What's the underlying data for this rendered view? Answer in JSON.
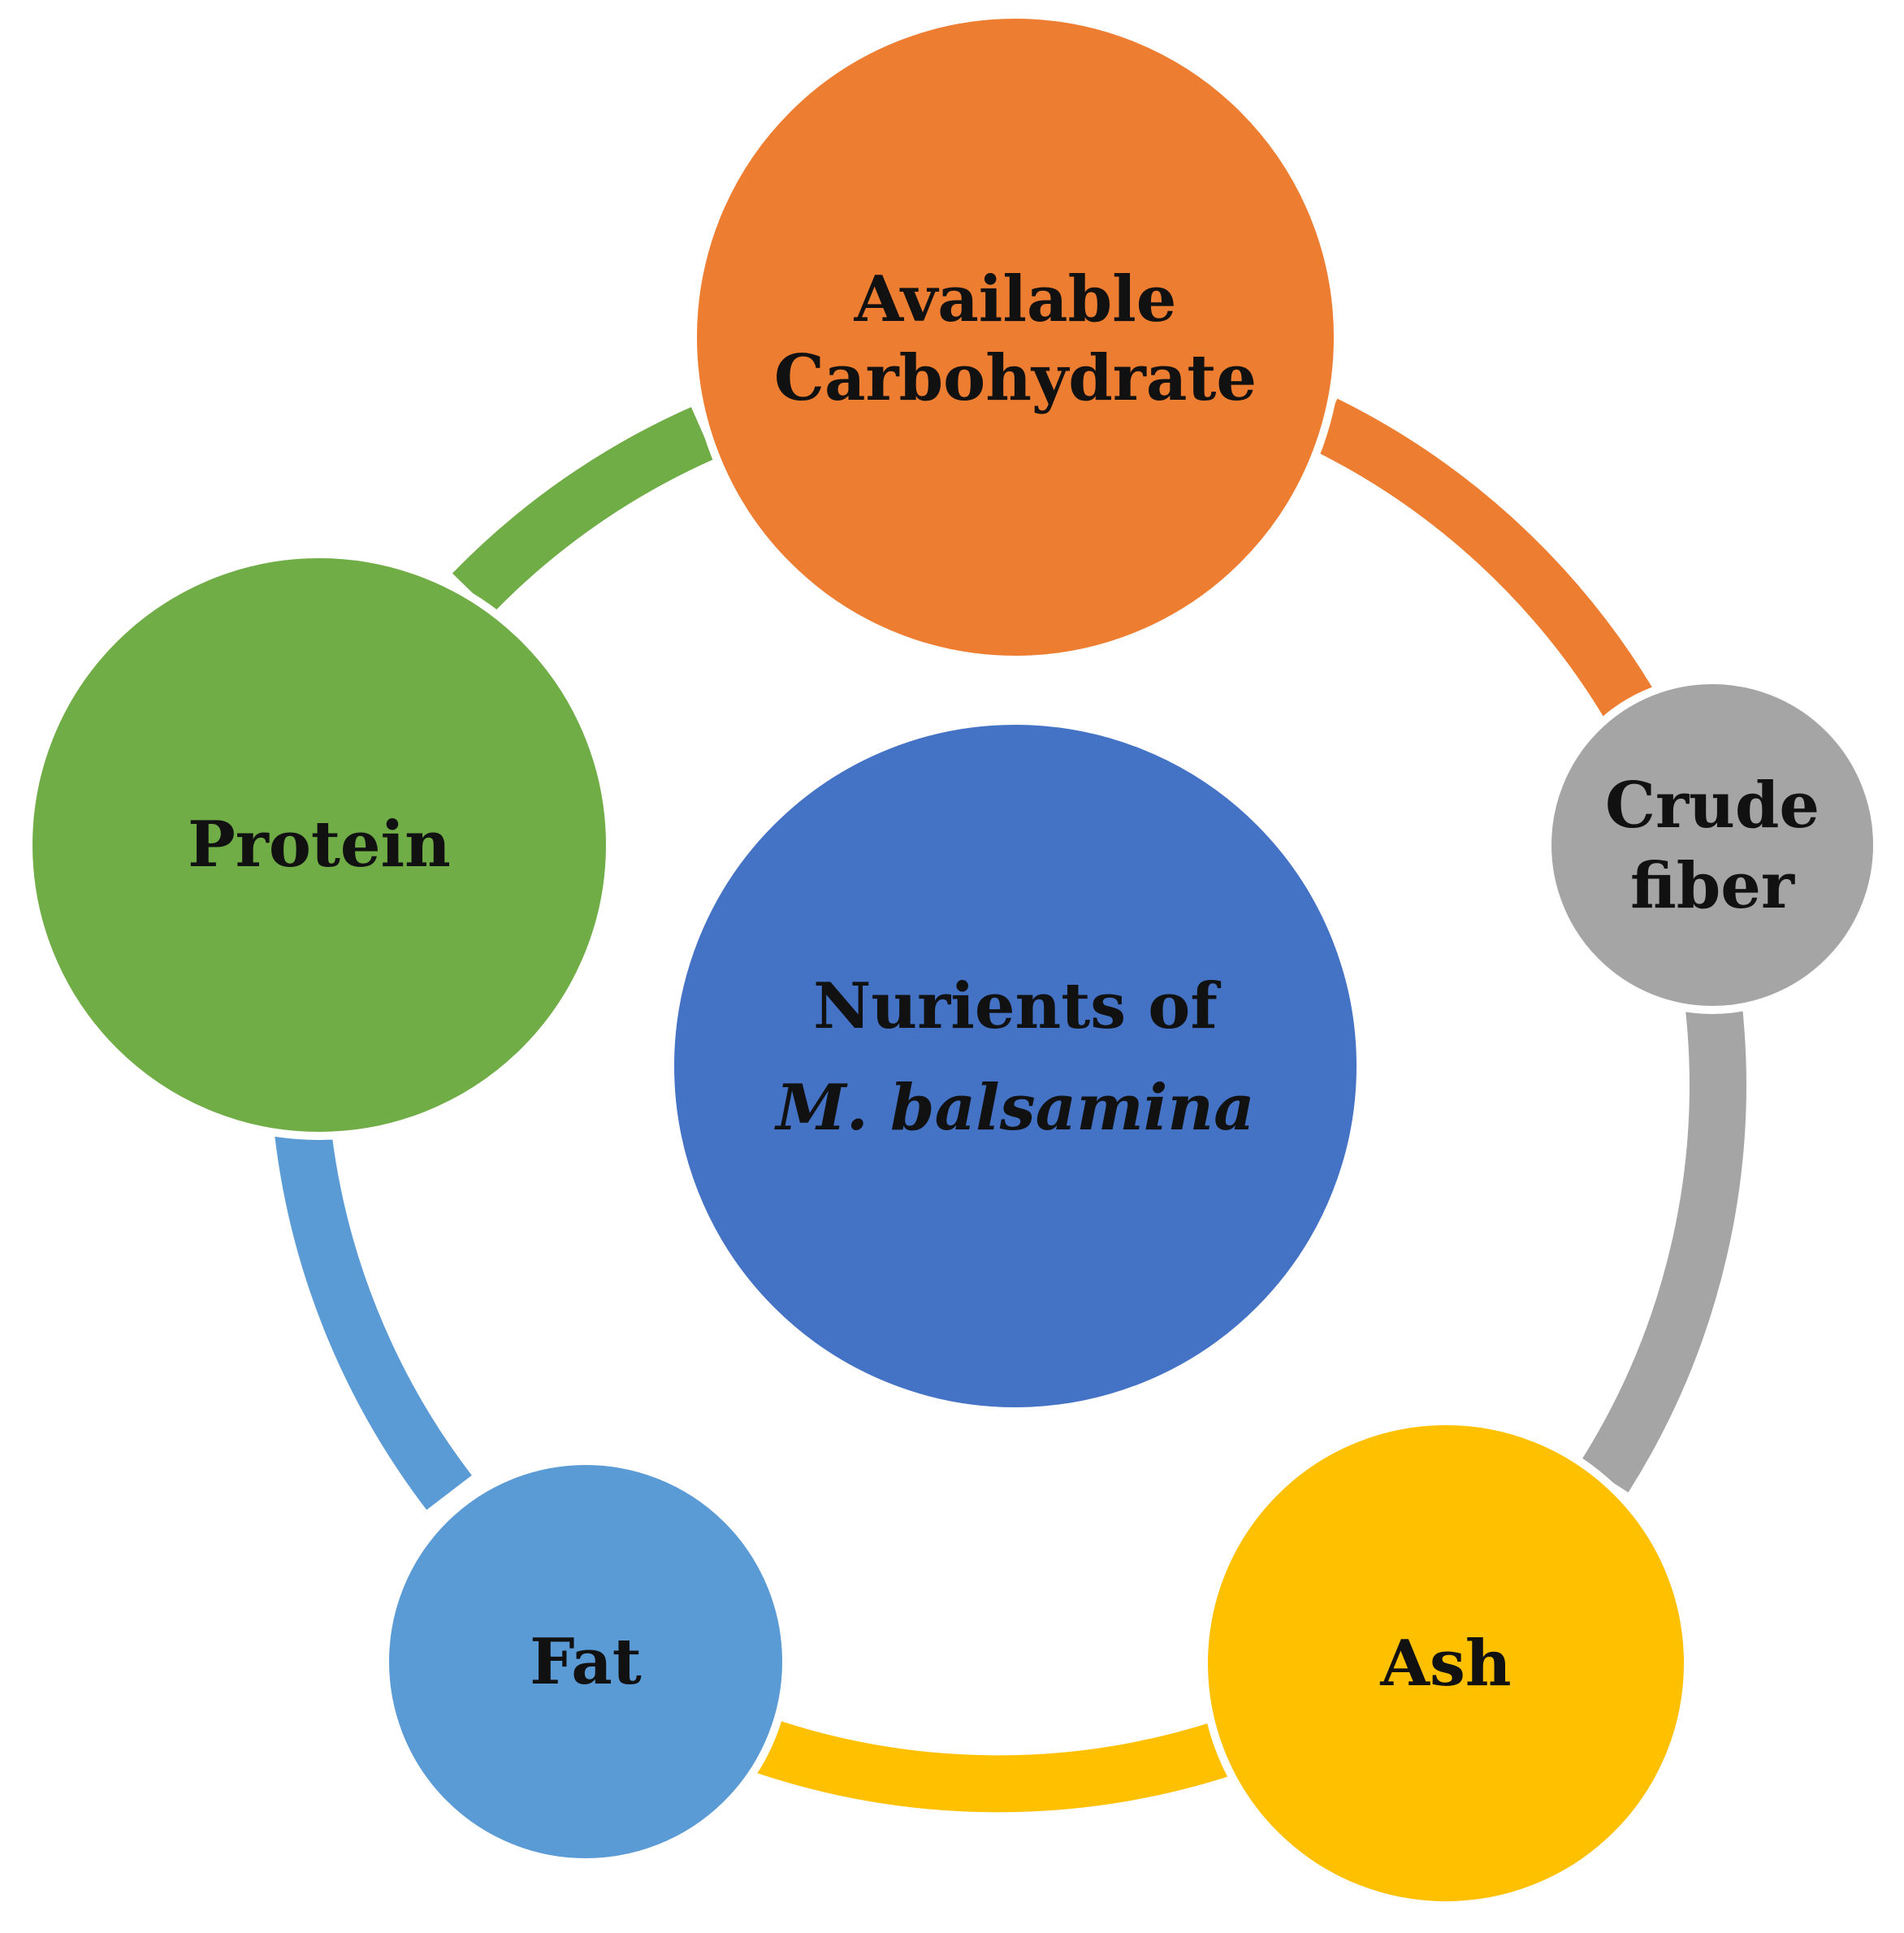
{
  "center": {
    "line1": "Nurients of",
    "line2": "M. balsamina",
    "color": "#4472c4"
  },
  "nodes": [
    {
      "id": "carbohydrate",
      "lines": [
        "Available",
        "Carbohydrate"
      ],
      "color": "#ed7d31"
    },
    {
      "id": "crude-fiber",
      "lines": [
        "Crude",
        "fiber"
      ],
      "color": "#a5a5a5"
    },
    {
      "id": "ash",
      "lines": [
        "Ash"
      ],
      "color": "#ffc000"
    },
    {
      "id": "fat",
      "lines": [
        "Fat"
      ],
      "color": "#5b9bd5"
    },
    {
      "id": "protein",
      "lines": [
        "Protein"
      ],
      "color": "#70ad47"
    }
  ],
  "connectors": [
    {
      "from": "carbohydrate",
      "to": "crude-fiber",
      "color": "#ed7d31"
    },
    {
      "from": "crude-fiber",
      "to": "ash",
      "color": "#a5a5a5"
    },
    {
      "from": "ash",
      "to": "fat",
      "color": "#ffc000"
    },
    {
      "from": "fat",
      "to": "protein",
      "color": "#5b9bd5"
    },
    {
      "from": "protein",
      "to": "carbohydrate",
      "color": "#70ad47"
    }
  ]
}
